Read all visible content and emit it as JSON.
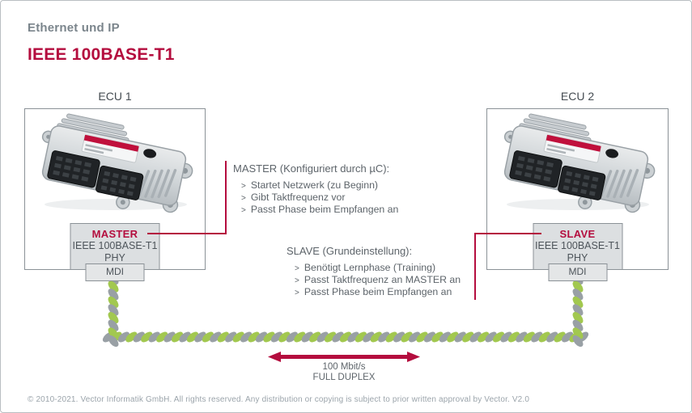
{
  "header": {
    "category": "Ethernet und IP",
    "title": "IEEE 100BASE-T1"
  },
  "ecus": [
    {
      "label": "ECU 1",
      "role": "MASTER",
      "phy_standard": "IEEE 100BASE-T1",
      "phy_layer": "PHY",
      "port": "MDI"
    },
    {
      "label": "ECU 2",
      "role": "SLAVE",
      "phy_standard": "IEEE 100BASE-T1",
      "phy_layer": "PHY",
      "port": "MDI"
    }
  ],
  "annotations": {
    "master": {
      "title": "MASTER (Konfiguriert durch µC):",
      "items": [
        "Startet Netzwerk (zu Beginn)",
        "Gibt Taktfrequenz vor",
        "Passt Phase beim Empfangen an"
      ]
    },
    "slave": {
      "title": "SLAVE (Grundeinstellung):",
      "items": [
        "Benötigt Lernphase (Training)",
        "Passt Taktfrequenz an MASTER an",
        "Passt Phase beim Empfangen an"
      ]
    }
  },
  "link": {
    "speed": "100 Mbit/s",
    "duplex": "FULL DUPLEX"
  },
  "footer": "© 2010-2021. Vector Informatik GmbH. All rights reserved. Any distribution or copying is subject to prior written approval by Vector. V2.0",
  "ui": {
    "bullet_char": ">"
  },
  "colors": {
    "accent_red": "#b40d3e",
    "cable_green": "#a2c84f",
    "cable_gray": "#99a0a5",
    "heading_gray": "#7b858c",
    "text_gray": "#5d646a"
  }
}
